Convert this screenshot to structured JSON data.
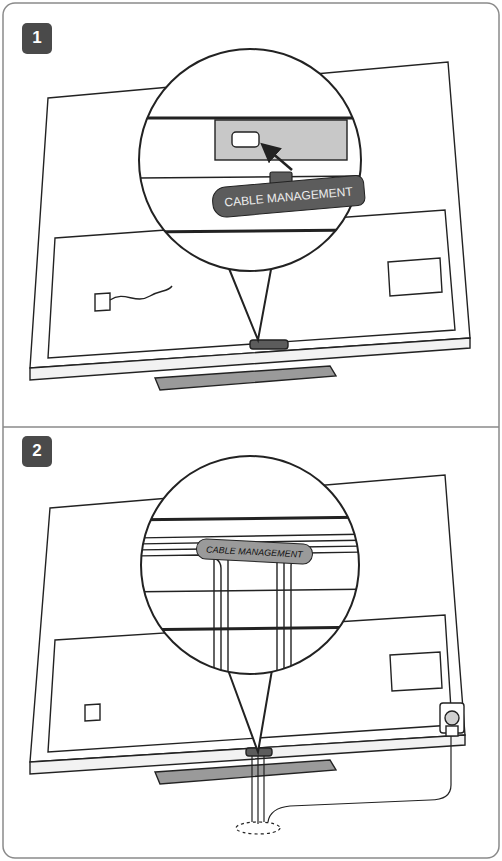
{
  "diagram": {
    "nodes": [
      {
        "text": [
          "1"
        ]
      },
      {
        "text": [
          "CABLE MANAGEMENT"
        ]
      },
      {
        "text": [
          "2"
        ]
      },
      {
        "text": [
          "CABLE MANAGEMENT"
        ]
      }
    ]
  }
}
